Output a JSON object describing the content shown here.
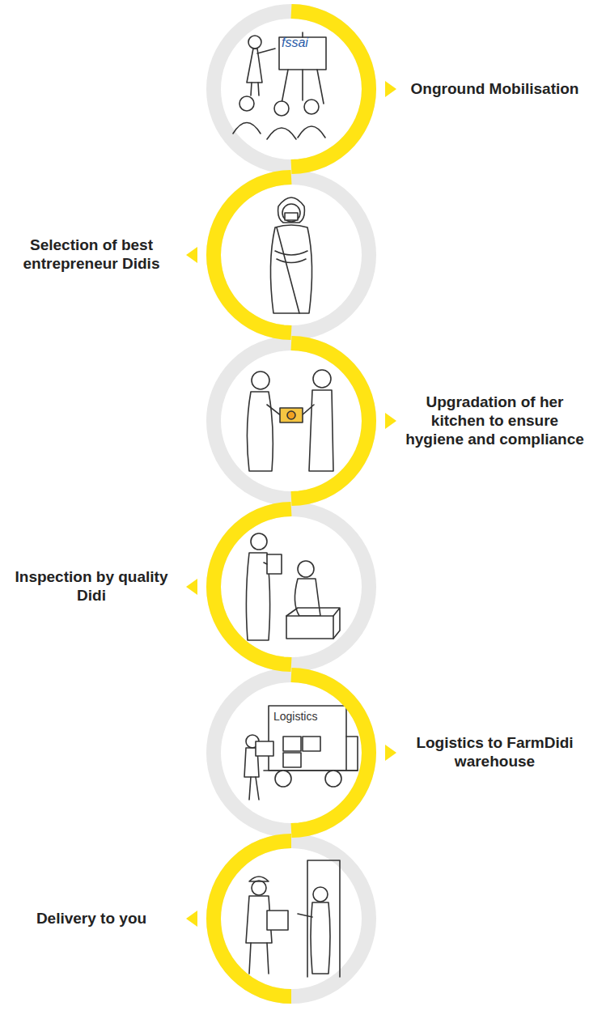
{
  "diagram": {
    "nodes": [
      {
        "text": [
          "Onground Mobilisation"
        ]
      },
      {
        "text": [
          "Selection of best entrepreneur Didis"
        ]
      },
      {
        "text": [
          "Upgradation of her kitchen to ensure hygiene and compliance"
        ]
      },
      {
        "text": [
          "Inspection by quality Didi"
        ]
      },
      {
        "text": [
          "Logistics to FarmDidi warehouse"
        ]
      },
      {
        "text": [
          "Delivery to you"
        ]
      }
    ],
    "edges": [
      {
        "from": 0,
        "to": 1,
        "arrow": "none"
      },
      {
        "from": 1,
        "to": 2,
        "arrow": "none"
      },
      {
        "from": 2,
        "to": 3,
        "arrow": "none"
      },
      {
        "from": 3,
        "to": 4,
        "arrow": "none"
      },
      {
        "from": 4,
        "to": 5,
        "arrow": "none"
      }
    ],
    "labels": [
      "fssai",
      "Logistics"
    ]
  }
}
